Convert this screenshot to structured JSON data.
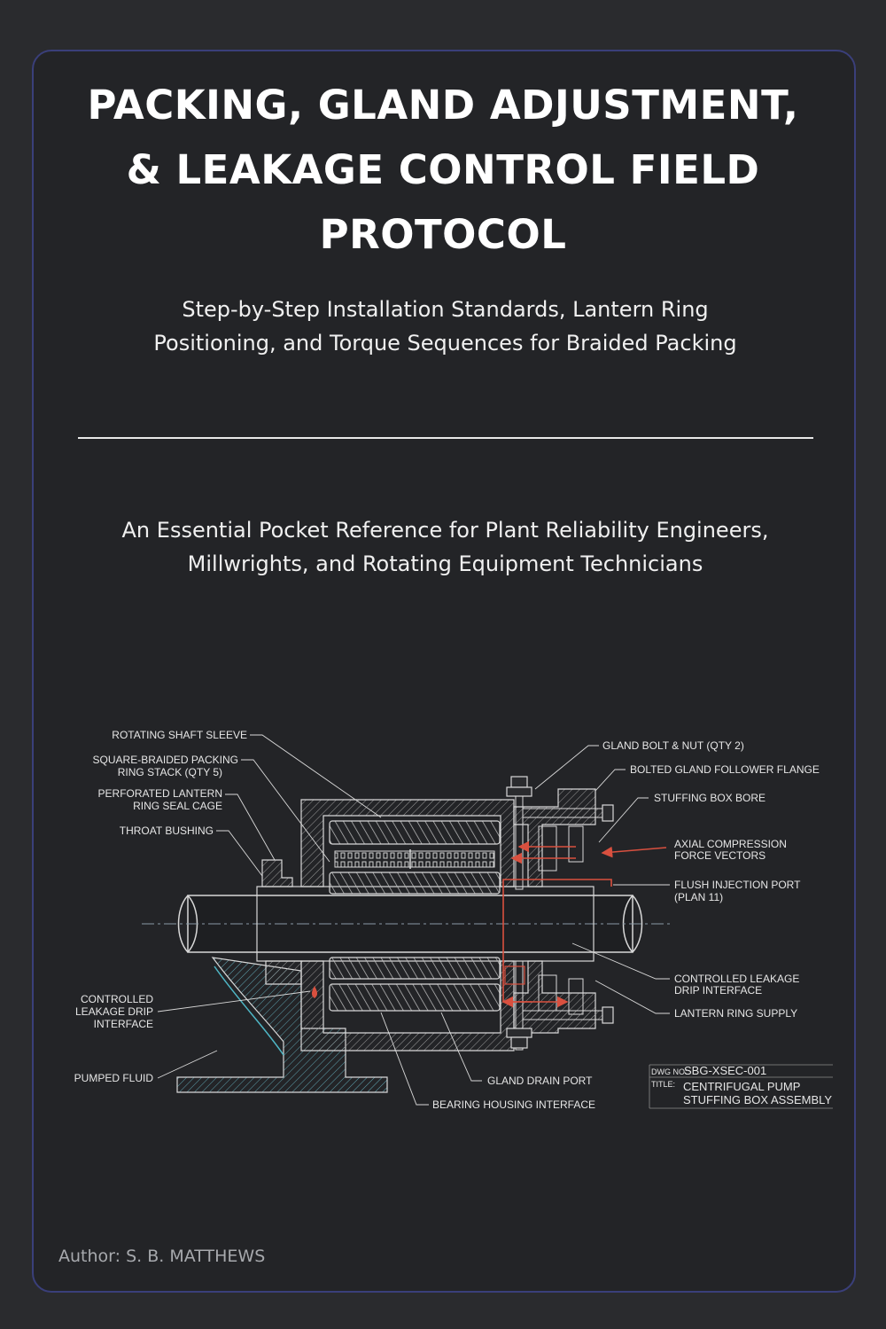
{
  "title_lines": [
    "PACKING, GLAND ADJUSTMENT,",
    "& LEAKAGE CONTROL FIELD",
    "PROTOCOL"
  ],
  "subtitle_lines": [
    "Step-by-Step Installation Standards, Lantern Ring",
    "Positioning, and Torque Sequences for Braided Packing"
  ],
  "audience_lines": [
    "An Essential Pocket Reference for Plant Reliability Engineers,",
    "Millwrights, and Rotating Equipment Technicians"
  ],
  "author": "Author: S. B. MATTHEWS",
  "colors": {
    "background": "#2a2b2e",
    "frame_border": "#3a3f7a",
    "line_art": "#d8d8d8",
    "flow_red": "#d9503f",
    "fluid_teal": "#2f6f7f"
  },
  "diagram": {
    "labels": {
      "shaft_sleeve": "ROTATING SHAFT SLEEVE",
      "packing_1": "SQUARE-BRAIDED PACKING",
      "packing_2": "RING STACK (QTY 5)",
      "lantern_1": "PERFORATED LANTERN",
      "lantern_2": "RING SEAL CAGE",
      "throat": "THROAT BUSHING",
      "leak_left_1": "CONTROLLED",
      "leak_left_2": "LEAKAGE DRIP",
      "leak_left_3": "INTERFACE",
      "pumped_fluid": "PUMPED FLUID",
      "gland_bolt": "GLAND BOLT & NUT (QTY 2)",
      "follower": "BOLTED GLAND FOLLOWER FLANGE",
      "bore": "STUFFING BOX BORE",
      "axial_1": "AXIAL COMPRESSION",
      "axial_2": "FORCE VECTORS",
      "flush_1": "FLUSH INJECTION PORT",
      "flush_2": "(PLAN 11)",
      "leak_right_1": "CONTROLLED LEAKAGE",
      "leak_right_2": "DRIP INTERFACE",
      "lantern_supply": "LANTERN RING SUPPLY",
      "drain": "GLAND DRAIN PORT",
      "bearing": "BEARING HOUSING INTERFACE"
    },
    "title_block": {
      "dwg_label": "DWG NO:",
      "dwg_no": "SBG-XSEC-001",
      "title_label": "TITLE:",
      "title_1": "CENTRIFUGAL PUMP",
      "title_2": "STUFFING BOX ASSEMBLY"
    }
  }
}
